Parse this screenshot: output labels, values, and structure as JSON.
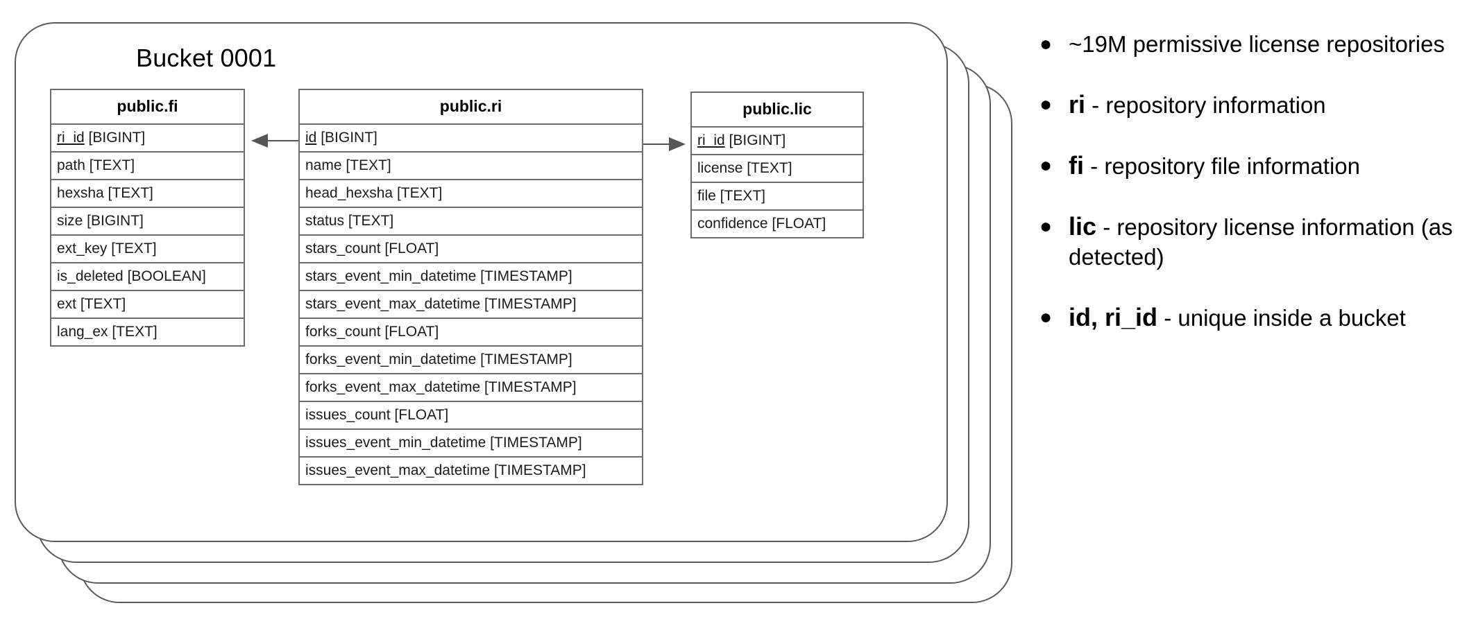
{
  "diagram": {
    "bucket_title": "Bucket 0001",
    "bucket_stack_count": 4,
    "tables": [
      {
        "id": "fi",
        "title": "public.fi",
        "rows": [
          {
            "text": "ri_id [BIGINT]",
            "key": true
          },
          {
            "text": "path [TEXT]",
            "key": false
          },
          {
            "text": "hexsha [TEXT]",
            "key": false
          },
          {
            "text": "size [BIGINT]",
            "key": false
          },
          {
            "text": "ext_key [TEXT]",
            "key": false
          },
          {
            "text": "is_deleted [BOOLEAN]",
            "key": false
          },
          {
            "text": "ext [TEXT]",
            "key": false
          },
          {
            "text": "lang_ex [TEXT]",
            "key": false
          }
        ]
      },
      {
        "id": "ri",
        "title": "public.ri",
        "rows": [
          {
            "text": "id [BIGINT]",
            "key": true
          },
          {
            "text": "name [TEXT]",
            "key": false
          },
          {
            "text": "head_hexsha [TEXT]",
            "key": false
          },
          {
            "text": "status [TEXT]",
            "key": false
          },
          {
            "text": "stars_count [FLOAT]",
            "key": false
          },
          {
            "text": "stars_event_min_datetime [TIMESTAMP]",
            "key": false
          },
          {
            "text": "stars_event_max_datetime [TIMESTAMP]",
            "key": false
          },
          {
            "text": "forks_count [FLOAT]",
            "key": false
          },
          {
            "text": "forks_event_min_datetime [TIMESTAMP]",
            "key": false
          },
          {
            "text": "forks_event_max_datetime [TIMESTAMP]",
            "key": false
          },
          {
            "text": "issues_count [FLOAT]",
            "key": false
          },
          {
            "text": "issues_event_min_datetime [TIMESTAMP]",
            "key": false
          },
          {
            "text": "issues_event_max_datetime [TIMESTAMP]",
            "key": false
          }
        ]
      },
      {
        "id": "lic",
        "title": "public.lic",
        "rows": [
          {
            "text": "ri_id [BIGINT]",
            "key": true
          },
          {
            "text": "license [TEXT]",
            "key": false
          },
          {
            "text": "file [TEXT]",
            "key": false
          },
          {
            "text": "confidence [FLOAT]",
            "key": false
          }
        ]
      }
    ],
    "relationships": [
      {
        "from": "ri.id",
        "to": "fi.ri_id",
        "direction": "left"
      },
      {
        "from": "ri.id",
        "to": "lic.ri_id",
        "direction": "right"
      }
    ]
  },
  "notes": {
    "bullet_glyph": "●",
    "items": [
      {
        "term": "",
        "rest": "~19M permissive license repositories"
      },
      {
        "term": "ri",
        "rest": " - repository information"
      },
      {
        "term": "fi",
        "rest": "  - repository file information"
      },
      {
        "term": "lic",
        "rest": " - repository license information (as detected)"
      },
      {
        "term": "id, ri_id",
        "rest": " - unique inside a bucket"
      }
    ]
  },
  "colors": {
    "background": "#ffffff",
    "shell_stroke": "#595959",
    "table_stroke": "#6b6b6b",
    "text": "#000000",
    "connector": "#555555"
  }
}
